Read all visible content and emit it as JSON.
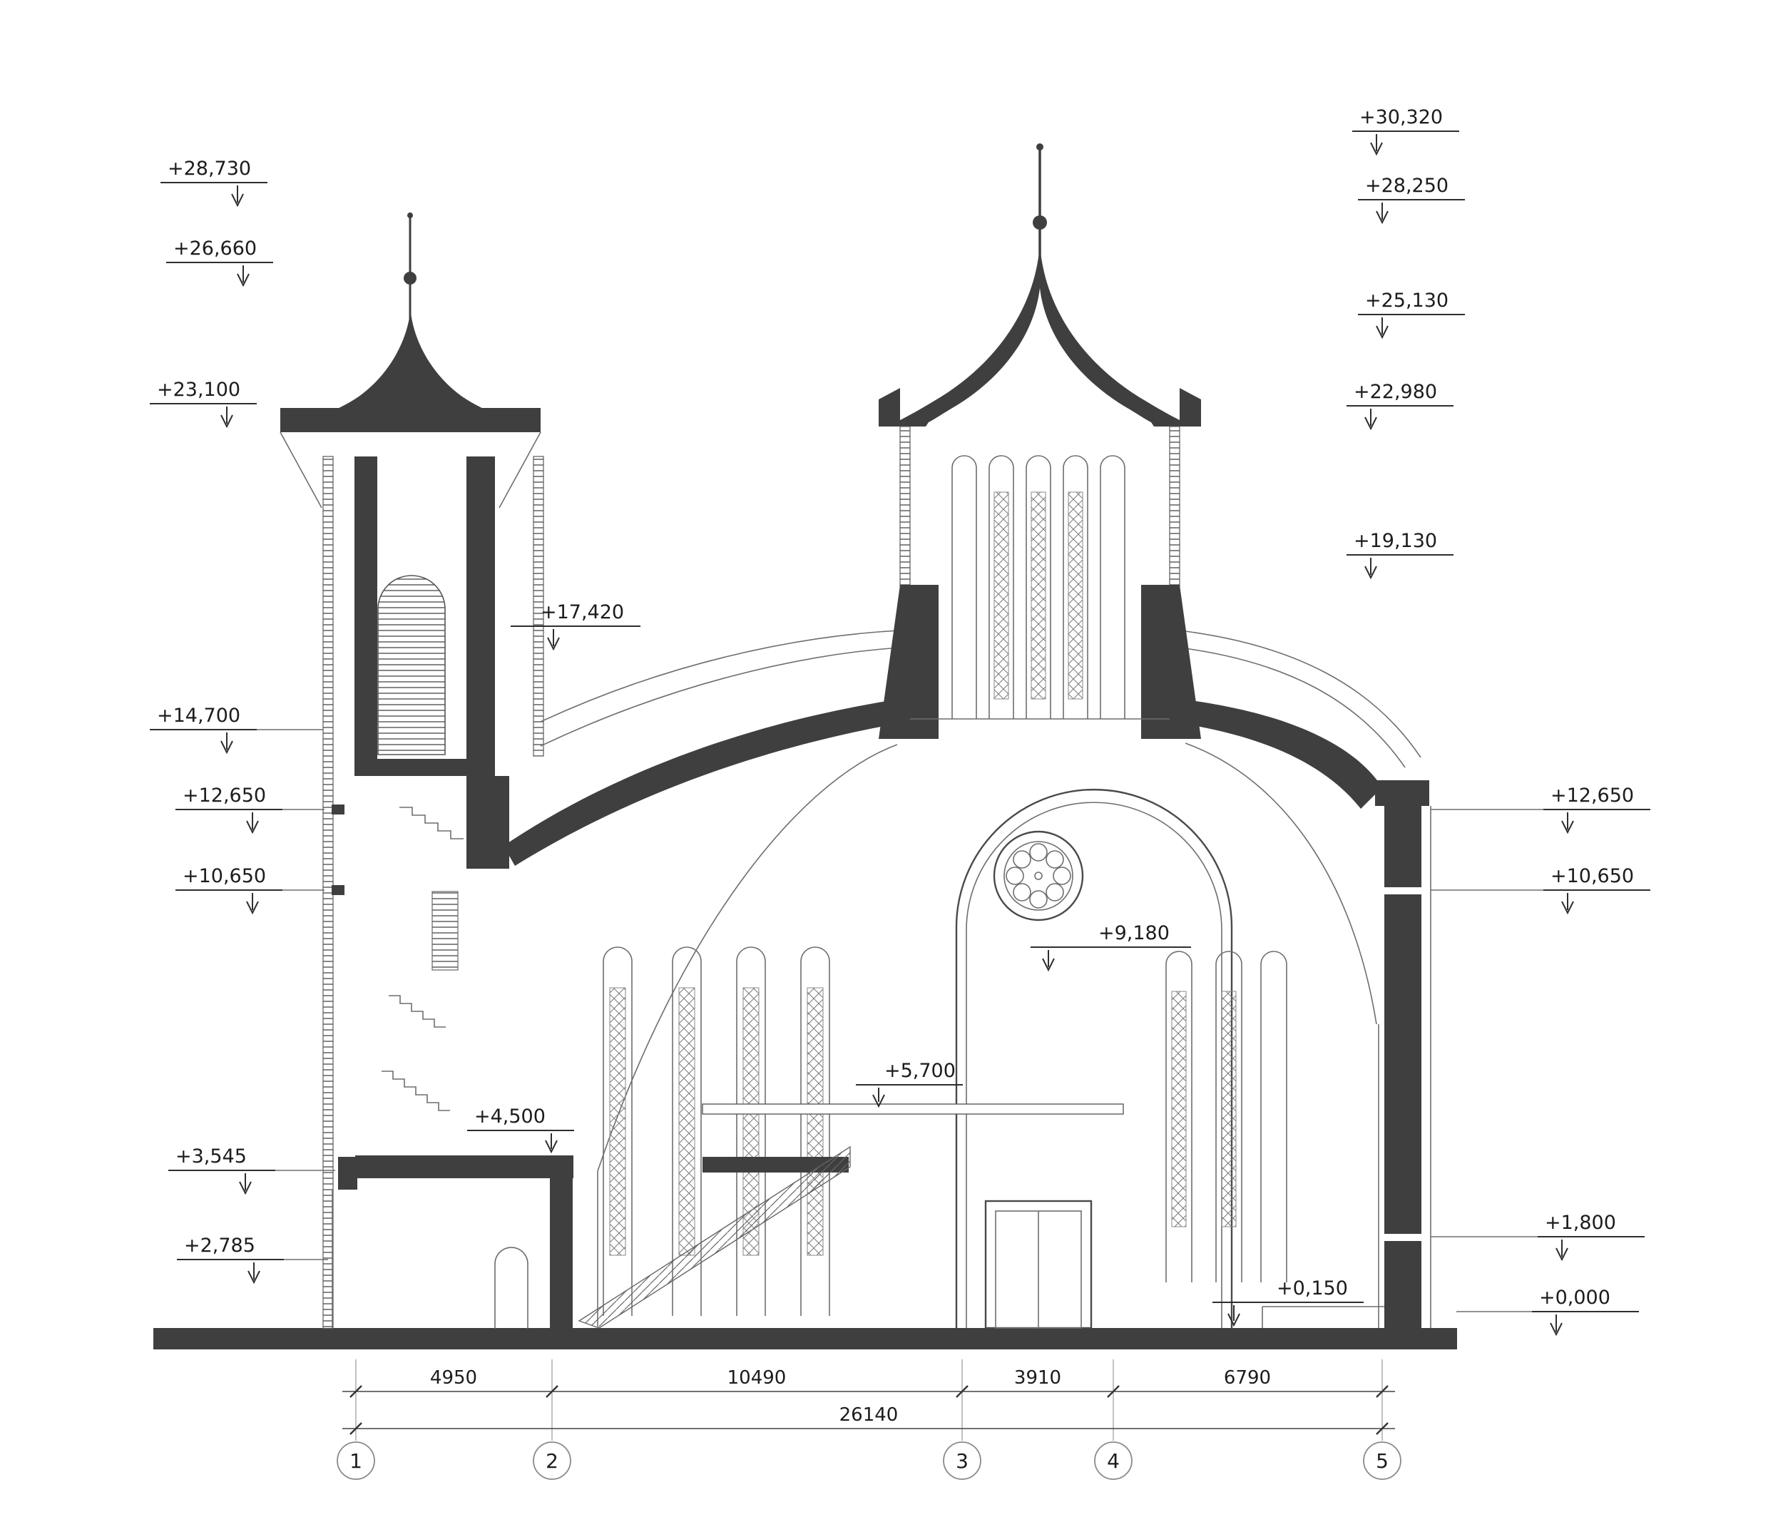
{
  "drawing": {
    "type": "architectural-section",
    "subject": "church cross-section with elevation marks and axis dimensions",
    "background": "#ffffff",
    "poche_color": "#3f3f3f",
    "line_color": "#4a4a4a"
  },
  "markers": {
    "left": [
      {
        "label": "+28,730"
      },
      {
        "label": "+26,660"
      },
      {
        "label": "+23,100"
      },
      {
        "label": "+14,700"
      },
      {
        "label": "+12,650"
      },
      {
        "label": "+10,650"
      },
      {
        "label": "+3,545"
      },
      {
        "label": "+2,785"
      }
    ],
    "right": [
      {
        "label": "+30,320"
      },
      {
        "label": "+28,250"
      },
      {
        "label": "+25,130"
      },
      {
        "label": "+22,980"
      },
      {
        "label": "+19,130"
      },
      {
        "label": "+12,650"
      },
      {
        "label": "+10,650"
      },
      {
        "label": "+1,800"
      },
      {
        "label": "+0,000"
      }
    ],
    "inner": [
      {
        "label": "+17,420"
      },
      {
        "label": "+9,180"
      },
      {
        "label": "+5,700"
      },
      {
        "label": "+4,500"
      },
      {
        "label": "+0,150"
      }
    ]
  },
  "dimensions": {
    "segments": [
      {
        "label": "4950"
      },
      {
        "label": "10490"
      },
      {
        "label": "3910"
      },
      {
        "label": "6790"
      }
    ],
    "total": {
      "label": "26140"
    }
  },
  "axes": [
    {
      "label": "1"
    },
    {
      "label": "2"
    },
    {
      "label": "3"
    },
    {
      "label": "4"
    },
    {
      "label": "5"
    }
  ]
}
